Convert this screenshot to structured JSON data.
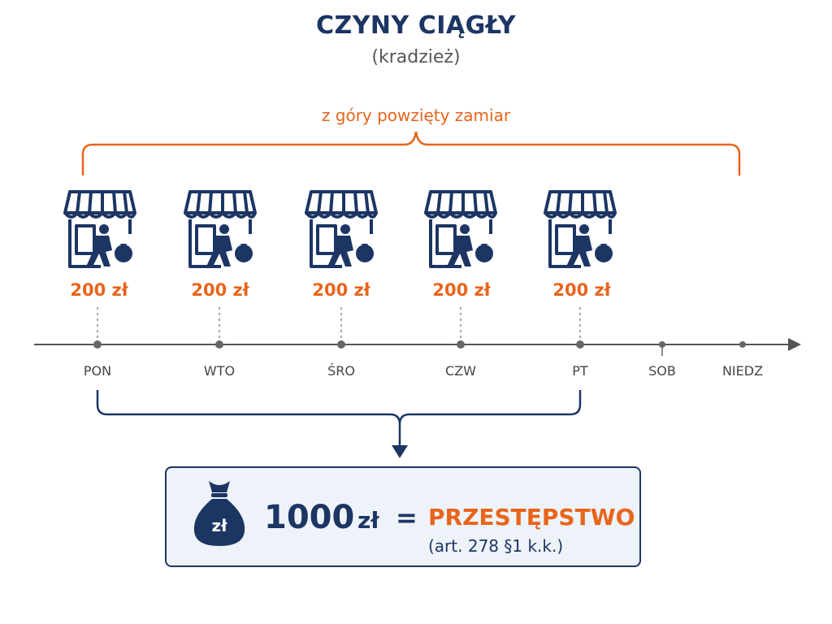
{
  "header": {
    "title": "CZYNY CIĄGŁY",
    "subtitle": "(kradzież)"
  },
  "intent_label": "z góry powzięty zamiar",
  "thefts": [
    {
      "amount": "200 zł",
      "icon": "shop-thief-icon"
    },
    {
      "amount": "200 zł",
      "icon": "shop-thief-icon"
    },
    {
      "amount": "200 zł",
      "icon": "shop-thief-icon"
    },
    {
      "amount": "200 zł",
      "icon": "shop-thief-icon"
    },
    {
      "amount": "200 zł",
      "icon": "shop-thief-icon"
    }
  ],
  "days": [
    "PON",
    "WTO",
    "ŚRO",
    "CZW",
    "PT",
    "SOB",
    "NIEDZ"
  ],
  "result": {
    "bag_label": "zł",
    "total_value": "1000",
    "total_unit": "zł",
    "equals": "=",
    "verdict": "PRZESTĘPSTWO",
    "legal_basis": "(art. 278 §1 k.k.)",
    "icon": "money-bag-icon"
  },
  "colors": {
    "navy": "#1c3563",
    "orange": "#e8641c",
    "gray": "#777777"
  }
}
